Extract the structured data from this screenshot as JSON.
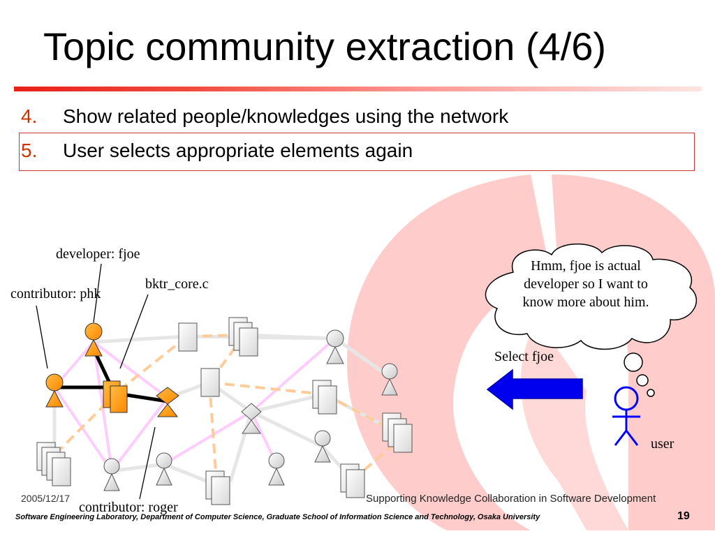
{
  "slide": {
    "title": "Topic community extraction (4/6)",
    "bullets": [
      {
        "number": "4.",
        "text": "Show related people/knowledges using the network"
      },
      {
        "number": "5.",
        "text": "User selects appropriate elements again"
      }
    ]
  },
  "diagram": {
    "labels": {
      "developer": "developer: fjoe",
      "contributor_phk": "contributor: phk",
      "file": "bktr_core.c",
      "contributor_roger": "contributor: roger",
      "select": "Select fjoe",
      "user": "user"
    },
    "thought": "Hmm, fjoe is actual developer so I want to know more about him."
  },
  "footer": {
    "date": "2005/12/17",
    "title": "Supporting Knowledge Collaboration in Software Development",
    "lab": "Software Engineering Laboratory,  Department of Computer Science,  Graduate School of Information Science and Technology,  Osaka University",
    "page": "19"
  },
  "colors": {
    "accent_red": "#e8201a",
    "highlight_orange": "#ff9900",
    "arrow_blue": "#0000ee",
    "user_blue": "#0000ff",
    "watermark_pink": "#ffcccc"
  }
}
